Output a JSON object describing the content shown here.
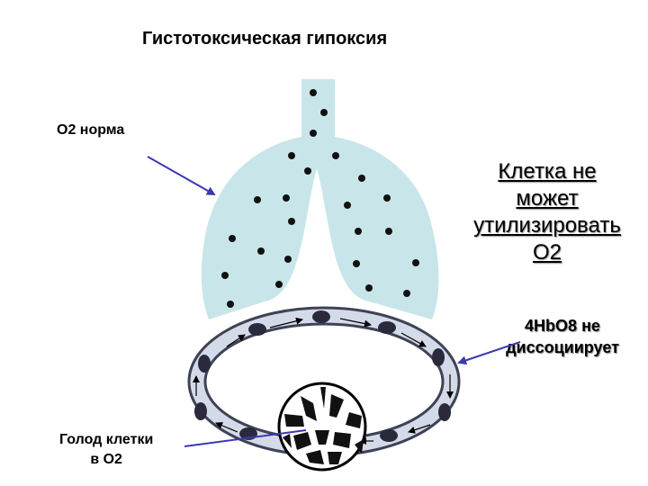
{
  "title": "Гистотоксическая гипоксия",
  "labels": {
    "o2_norm": "О2 норма",
    "cell_cannot": [
      "Клетка не",
      "может",
      "утилизировать",
      "О2"
    ],
    "hbo8": [
      "4HbO8 не",
      "диссоциирует"
    ],
    "cell_hunger": [
      "Голод клетки",
      "в О2"
    ]
  },
  "colors": {
    "lung": "#c8e6ea",
    "vessel_fill": "#d4dbe8",
    "vessel_stroke": "#3f4256",
    "rbc": "#2a2a3c",
    "arrow": "#3a3ab0",
    "text": "#000000"
  }
}
